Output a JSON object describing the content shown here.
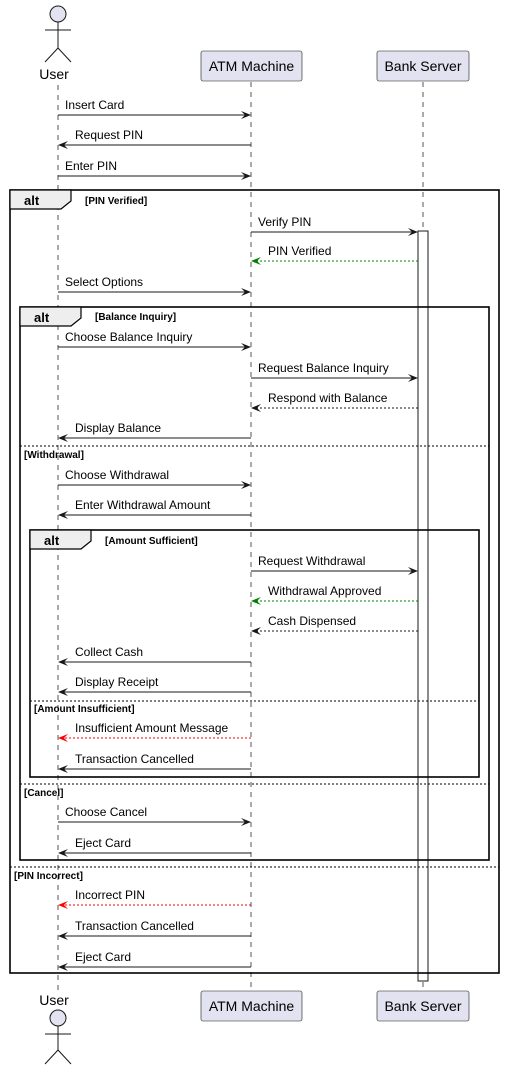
{
  "participants": {
    "user": "User",
    "atm": "ATM Machine",
    "bank": "Bank Server"
  },
  "fragments": {
    "alt_label": "alt",
    "pin_verified": "[PIN Verified]",
    "pin_incorrect": "[PIN Incorrect]",
    "balance_inquiry": "[Balance Inquiry]",
    "withdrawal": "[Withdrawal]",
    "cancel": "[Cancel]",
    "amount_sufficient": "[Amount Sufficient]",
    "amount_insufficient": "[Amount Insufficient]"
  },
  "messages": [
    {
      "label": "Insert Card",
      "from": "user",
      "to": "atm",
      "style": "solid",
      "color": "#181818"
    },
    {
      "label": "Request PIN",
      "from": "atm",
      "to": "user",
      "style": "solid",
      "color": "#181818"
    },
    {
      "label": "Enter PIN",
      "from": "user",
      "to": "atm",
      "style": "solid",
      "color": "#181818"
    },
    {
      "label": "Verify PIN",
      "from": "atm",
      "to": "bank",
      "style": "solid",
      "color": "#181818"
    },
    {
      "label": "PIN Verified",
      "from": "bank",
      "to": "atm",
      "style": "dashed",
      "color": "#008000"
    },
    {
      "label": "Select Options",
      "from": "user",
      "to": "atm",
      "style": "solid",
      "color": "#181818"
    },
    {
      "label": "Choose Balance Inquiry",
      "from": "user",
      "to": "atm",
      "style": "solid",
      "color": "#181818"
    },
    {
      "label": "Request Balance Inquiry",
      "from": "atm",
      "to": "bank",
      "style": "solid",
      "color": "#181818"
    },
    {
      "label": "Respond with Balance",
      "from": "bank",
      "to": "atm",
      "style": "dashed",
      "color": "#181818"
    },
    {
      "label": "Display Balance",
      "from": "atm",
      "to": "user",
      "style": "solid",
      "color": "#181818"
    },
    {
      "label": "Choose Withdrawal",
      "from": "user",
      "to": "atm",
      "style": "solid",
      "color": "#181818"
    },
    {
      "label": "Enter Withdrawal Amount",
      "from": "atm",
      "to": "user",
      "style": "solid",
      "color": "#181818"
    },
    {
      "label": "Request Withdrawal",
      "from": "atm",
      "to": "bank",
      "style": "solid",
      "color": "#181818"
    },
    {
      "label": "Withdrawal Approved",
      "from": "bank",
      "to": "atm",
      "style": "dashed",
      "color": "#008000"
    },
    {
      "label": "Cash Dispensed",
      "from": "bank",
      "to": "atm",
      "style": "dashed",
      "color": "#181818"
    },
    {
      "label": "Collect Cash",
      "from": "atm",
      "to": "user",
      "style": "solid",
      "color": "#181818"
    },
    {
      "label": "Display Receipt",
      "from": "atm",
      "to": "user",
      "style": "solid",
      "color": "#181818"
    },
    {
      "label": "Insufficient Amount Message",
      "from": "atm",
      "to": "user",
      "style": "dashed",
      "color": "#ff0000"
    },
    {
      "label": "Transaction Cancelled",
      "from": "atm",
      "to": "user",
      "style": "solid",
      "color": "#181818"
    },
    {
      "label": "Choose Cancel",
      "from": "user",
      "to": "atm",
      "style": "solid",
      "color": "#181818"
    },
    {
      "label": "Eject Card",
      "from": "atm",
      "to": "user",
      "style": "solid",
      "color": "#181818"
    },
    {
      "label": "Incorrect PIN",
      "from": "atm",
      "to": "user",
      "style": "dashed",
      "color": "#ff0000"
    },
    {
      "label": "Transaction Cancelled",
      "from": "atm",
      "to": "user",
      "style": "solid",
      "color": "#181818"
    },
    {
      "label": "Eject Card",
      "from": "atm",
      "to": "user",
      "style": "solid",
      "color": "#181818"
    }
  ]
}
